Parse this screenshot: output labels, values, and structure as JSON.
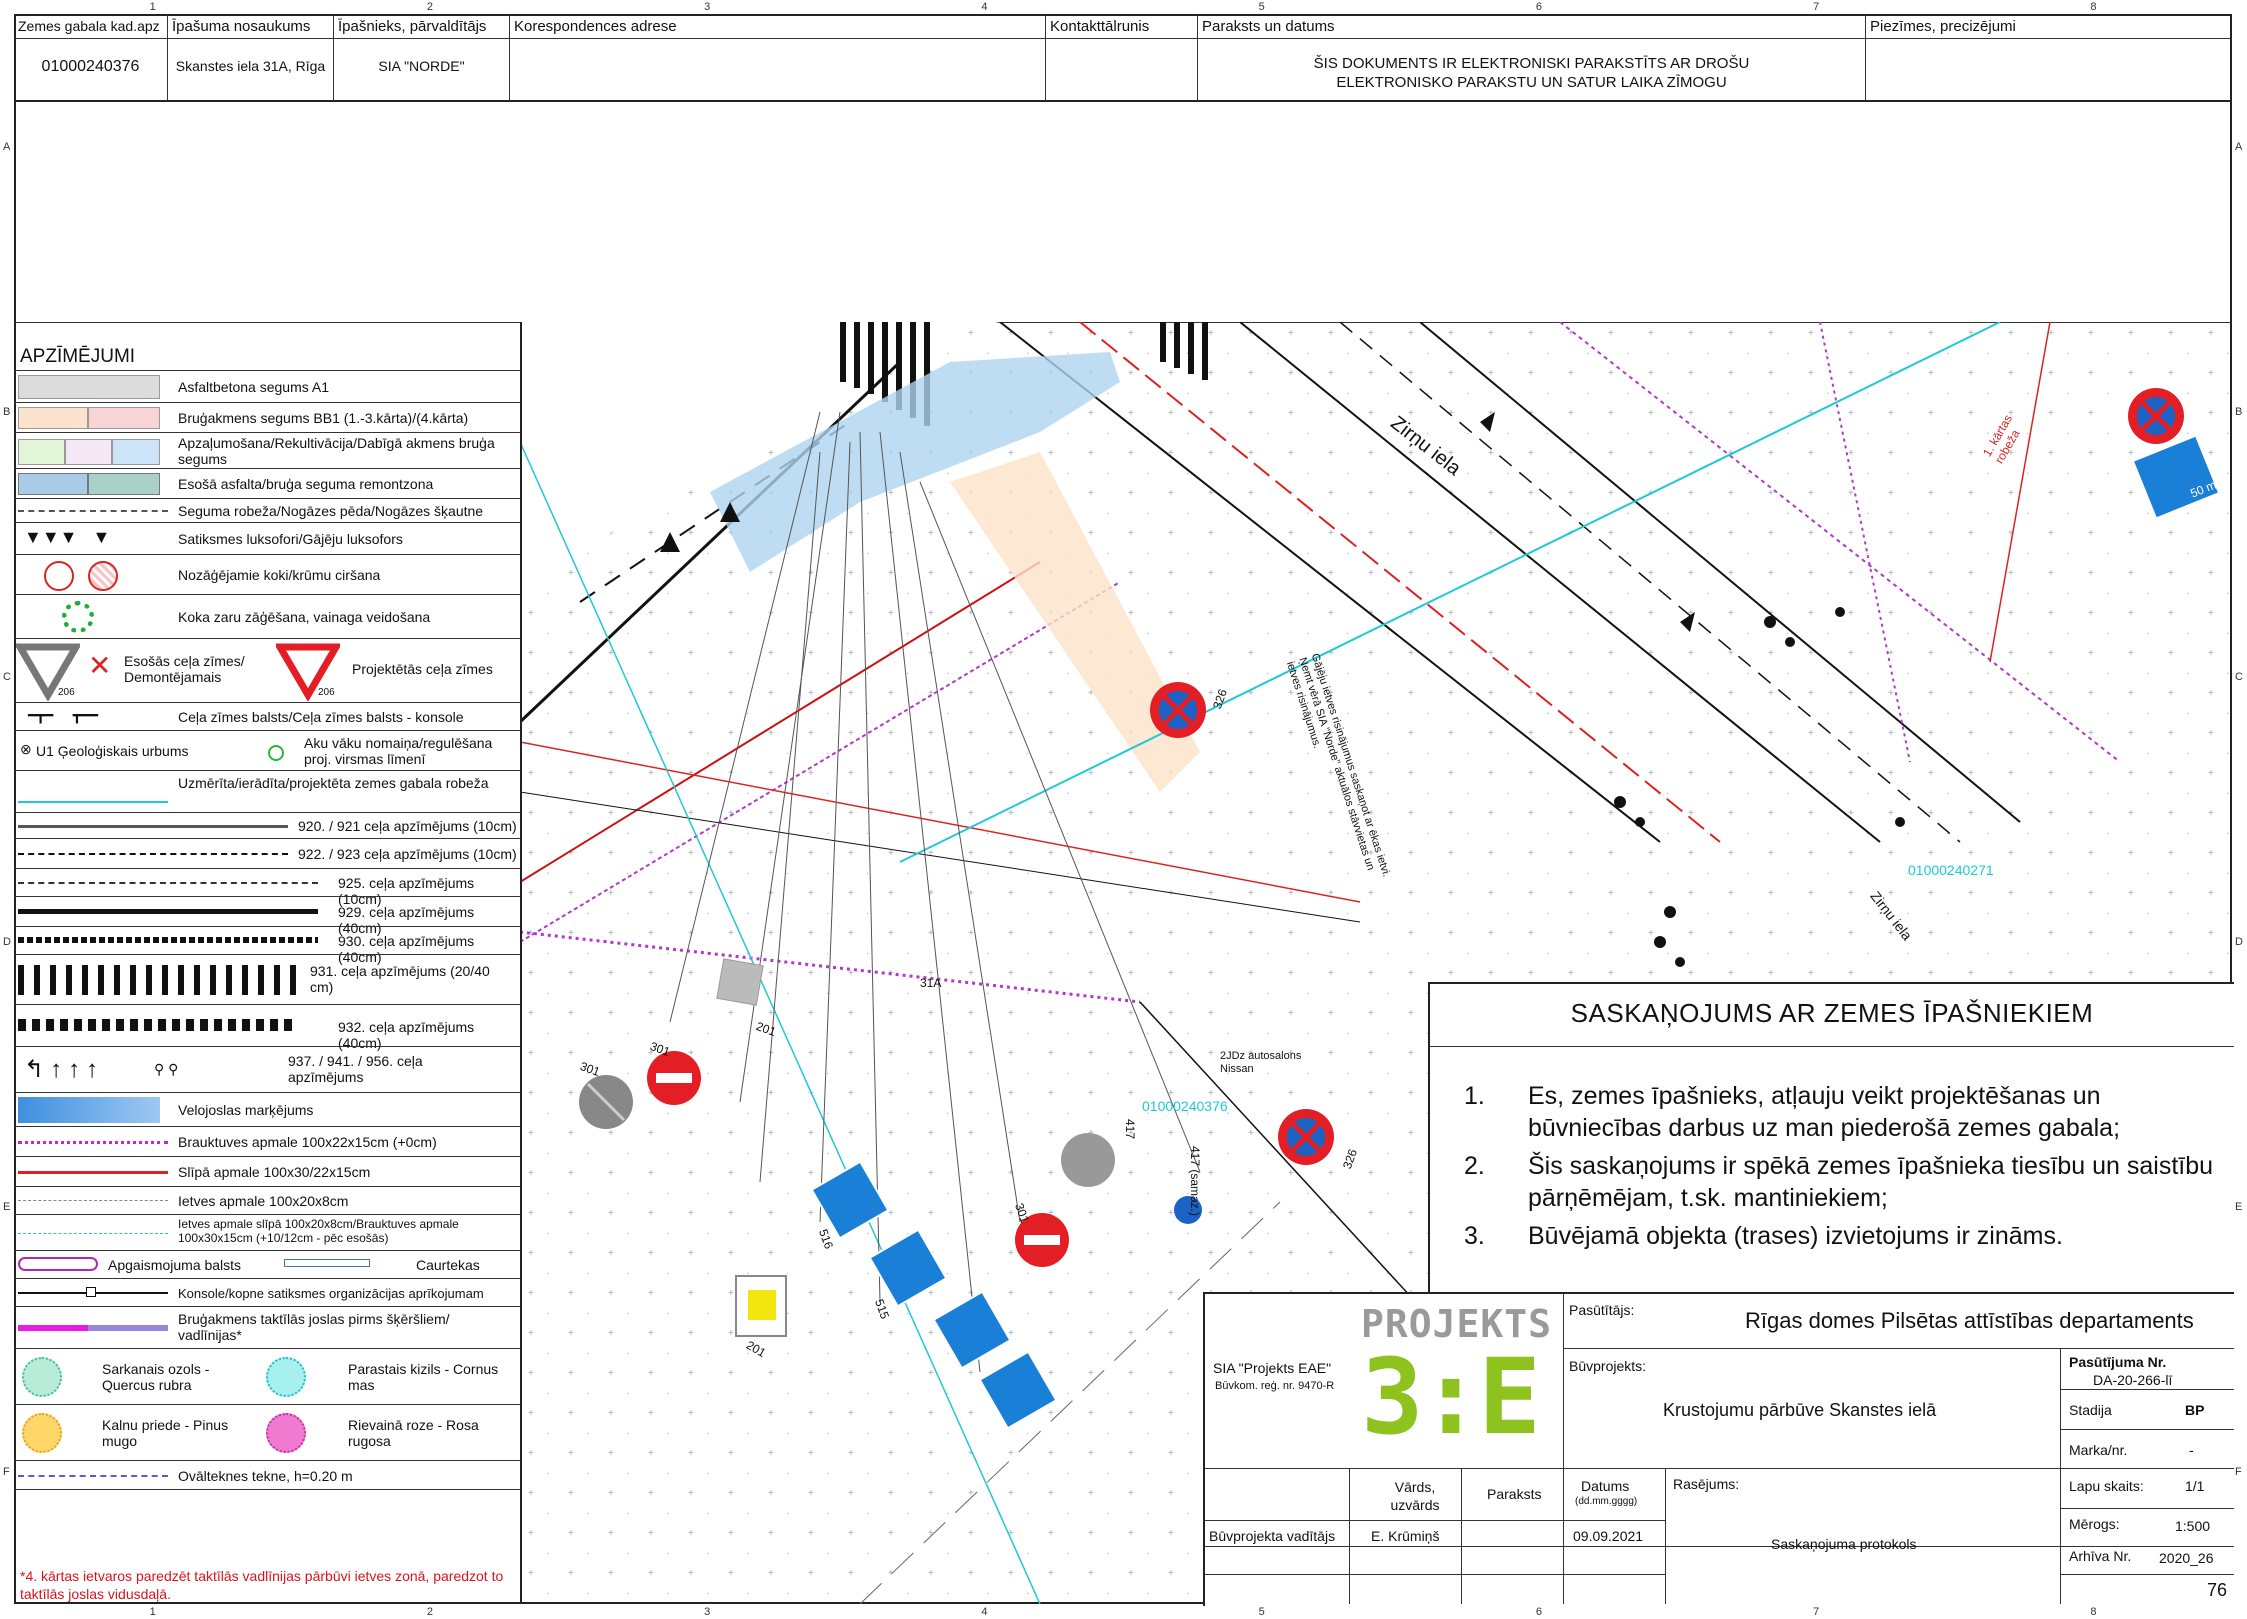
{
  "grid": {
    "columns": [
      "1",
      "2",
      "3",
      "4",
      "5",
      "6",
      "7",
      "8"
    ],
    "rows": [
      "A",
      "B",
      "C",
      "D",
      "E",
      "F"
    ]
  },
  "top_table": {
    "headers": {
      "cadastre": "Zemes gabala kad.apz",
      "property_name": "Īpašuma nosaukums",
      "owner": "Īpašnieks, pārvaldītājs",
      "address": "Korespondences adrese",
      "phone": "Kontakttālrunis",
      "signature": "Paraksts un datums",
      "notes": "Piezīmes, precizējumi"
    },
    "values": {
      "cadastre": "01000240376",
      "property_name": "Skanstes iela 31A, Rīga",
      "owner": "SIA \"NORDE\"",
      "signature_line1": "ŠIS DOKUMENTS IR ELEKTRONISKI PARAKSTĪTS AR DROŠU",
      "signature_line2": "ELEKTRONISKO PARAKSTU UN SATUR LAIKA ZĪMOGU"
    }
  },
  "legend": {
    "title": "APZĪMĒJUMI",
    "items": [
      "Asfaltbetona segums A1",
      "Bruģakmens segums BB1 (1.-3.kārta)/(4.kārta)",
      "Apzaļumošana/Rekultivācija/Dabīgā akmens bruģa segums",
      "Esošā asfalta/bruģa seguma remontzona",
      "Seguma robeža/Nogāzes pēda/Nogāzes šķautne",
      "Satiksmes luksofori/Gājēju luksofors",
      "Nozāģējamie koki/krūmu ciršana",
      "Koka zaru zāģēšana, vainaga veidošana",
      "Esošās ceļa zīmes/ Demontējamais",
      "Projektētās ceļa zīmes",
      "Ceļa zīmes balsts/Ceļa zīmes balsts - konsole",
      "U1 Ģeoloģiskais urbums",
      "Aku vāku nomaiņa/regulēšana proj. virsmas līmenī",
      "Uzmērīta/ierādīta/projektēta zemes gabala robeža",
      "920. / 921 ceļa apzīmējums (10cm)",
      "922. / 923 ceļa apzīmējums (10cm)",
      "925. ceļa apzīmējums (10cm)",
      "929. ceļa apzīmējums (40cm)",
      "930. ceļa apzīmējums (40cm)",
      "931. ceļa apzīmējums (20/40 cm)",
      "932. ceļa apzīmējums (40cm)",
      "937. / 941. / 956. ceļa apzīmējums",
      "Velojoslas marķējums",
      "Brauktuves apmale 100x22x15cm (+0cm)",
      "Slīpā apmale 100x30/22x15cm",
      "Ietves apmale 100x20x8cm",
      "Ietves apmale slīpā 100x20x8cm/Brauktuves apmale 100x30x15cm (+10/12cm - pēc esošās)",
      "Apgaismojuma balsts",
      "Caurtekas",
      "Konsole/kopne satiksmes organizācijas aprīkojumam",
      "Bruģakmens taktīlās joslas pirms šķēršliem/ vadlīnijas*",
      "Sarkanais ozols - Quercus rubra",
      "Parastais kizils - Cornus mas",
      "Kalnu priede - Pinus mugo",
      "Rievainā roze - Rosa rugosa",
      "Ovālteknes tekne, h=0.20 m"
    ],
    "sign_number": "206",
    "footnote": "*4. kārtas ietvaros paredzēt taktīlās vadlīnijas pārbūvi ietves zonā, paredzot to taktīlās joslas vidusdaļā."
  },
  "map": {
    "street_label_1": "Zirņu iela",
    "street_label_2": "Zirņu iela",
    "parcel_1": "01000240271",
    "parcel_2": "01000240376",
    "building": "2JDz autosalons Nissan",
    "plot_label": "31A",
    "sign_labels": [
      "326",
      "301",
      "301",
      "201",
      "516",
      "515",
      "417",
      "326",
      "201",
      "301",
      "417 (samaz.)"
    ],
    "scale_label": "50 m",
    "bound_label": "1. kārtas robeža",
    "vertical_text": "Gājēju ietves risinājumus saskaņot ar ēkas ietvi. Ņemt vērā SIA \"Norde\" aktuālos stāvvietas un ietves risinājumus."
  },
  "approval": {
    "title": "SASKAŅOJUMS AR ZEMES ĪPAŠNIEKIEM",
    "items": [
      {
        "num": "1.",
        "text": "Es, zemes īpašnieks, atļauju veikt projektēšanas un būvniecības darbus uz man piederošā zemes gabala;"
      },
      {
        "num": "2.",
        "text": "Šis saskaņojums ir spēkā zemes īpašnieka tiesību un saistību pārņēmējam, t.sk. mantiniekiem;"
      },
      {
        "num": "3.",
        "text": "Būvējamā objekta (trases) izvietojums ir zināms."
      }
    ]
  },
  "title_block": {
    "company": "SIA \"Projekts EAE\"",
    "reg": "Būvkom. reģ. nr. 9470-R",
    "logo_top": "PROJEKTS",
    "logo_bottom": "3:E",
    "client_label": "Pasūtītājs:",
    "client": "Rīgas domes Pilsētas attīstības departaments",
    "project_label": "Būvprojekts:",
    "project": "Krustojumu pārbūve Skanstes ielā",
    "order_label": "Pasūtījuma Nr.",
    "order": "DA-20-266-lī",
    "stage_label": "Stadija",
    "stage": "BP",
    "mark_label": "Marka/nr.",
    "mark": "-",
    "name_col": "Vārds, uzvārds",
    "sign_col": "Paraksts",
    "date_col": "Datums",
    "date_fmt": "(dd.mm.gggg)",
    "drawing_label": "Rasējums:",
    "drawing": "Saskaņojuma protokols",
    "pages_label": "Lapu skaits:",
    "pages": "1/1",
    "scale_label": "Mērogs:",
    "scale": "1:500",
    "archive_label": "Arhīva Nr.",
    "archive": "2020_26",
    "role": "Būvprojekta vadītājs",
    "person": "E. Krūmiņš",
    "date": "09.09.2021",
    "sheet_no": "76"
  }
}
